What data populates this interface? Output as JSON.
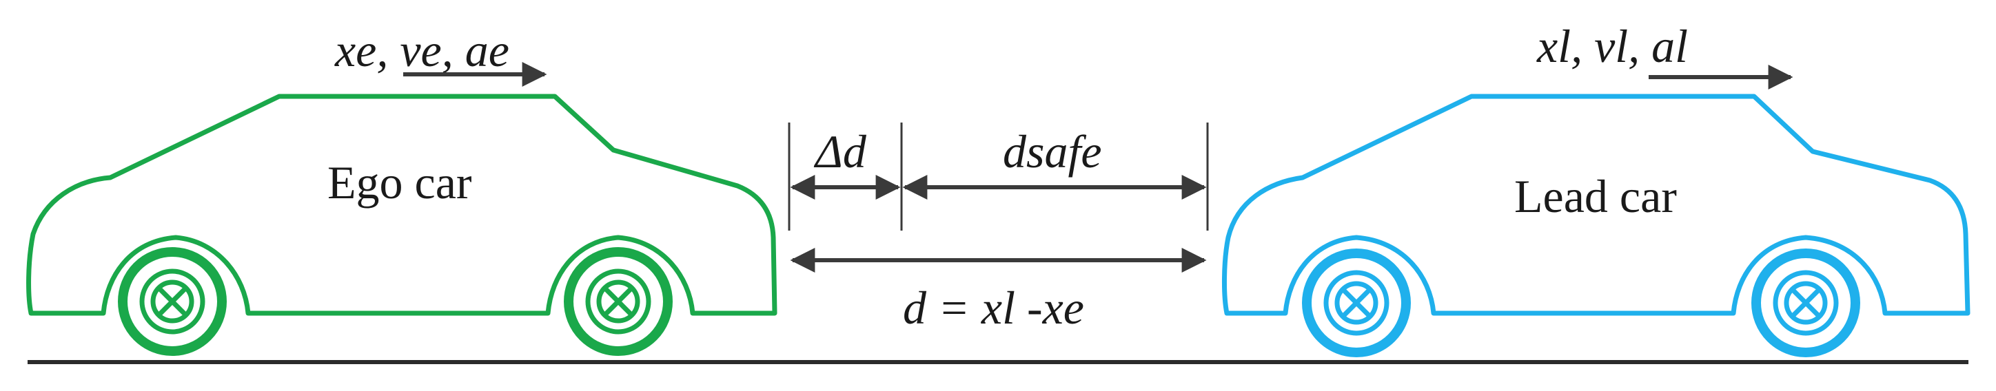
{
  "colors": {
    "ego": "#1aa84a",
    "lead": "#1fb0ec",
    "arrow": "#3a3a3a",
    "ground": "#2b2b2b",
    "text": "#1a1a1a"
  },
  "ego_car": {
    "label": "Ego car",
    "state_label": "xe, ve, ae"
  },
  "lead_car": {
    "label": "Lead car",
    "state_label": "xl, vl, al"
  },
  "gap": {
    "delta_label": "Δd",
    "safe_label": "dsafe",
    "distance_label": "d = xl -xe"
  }
}
